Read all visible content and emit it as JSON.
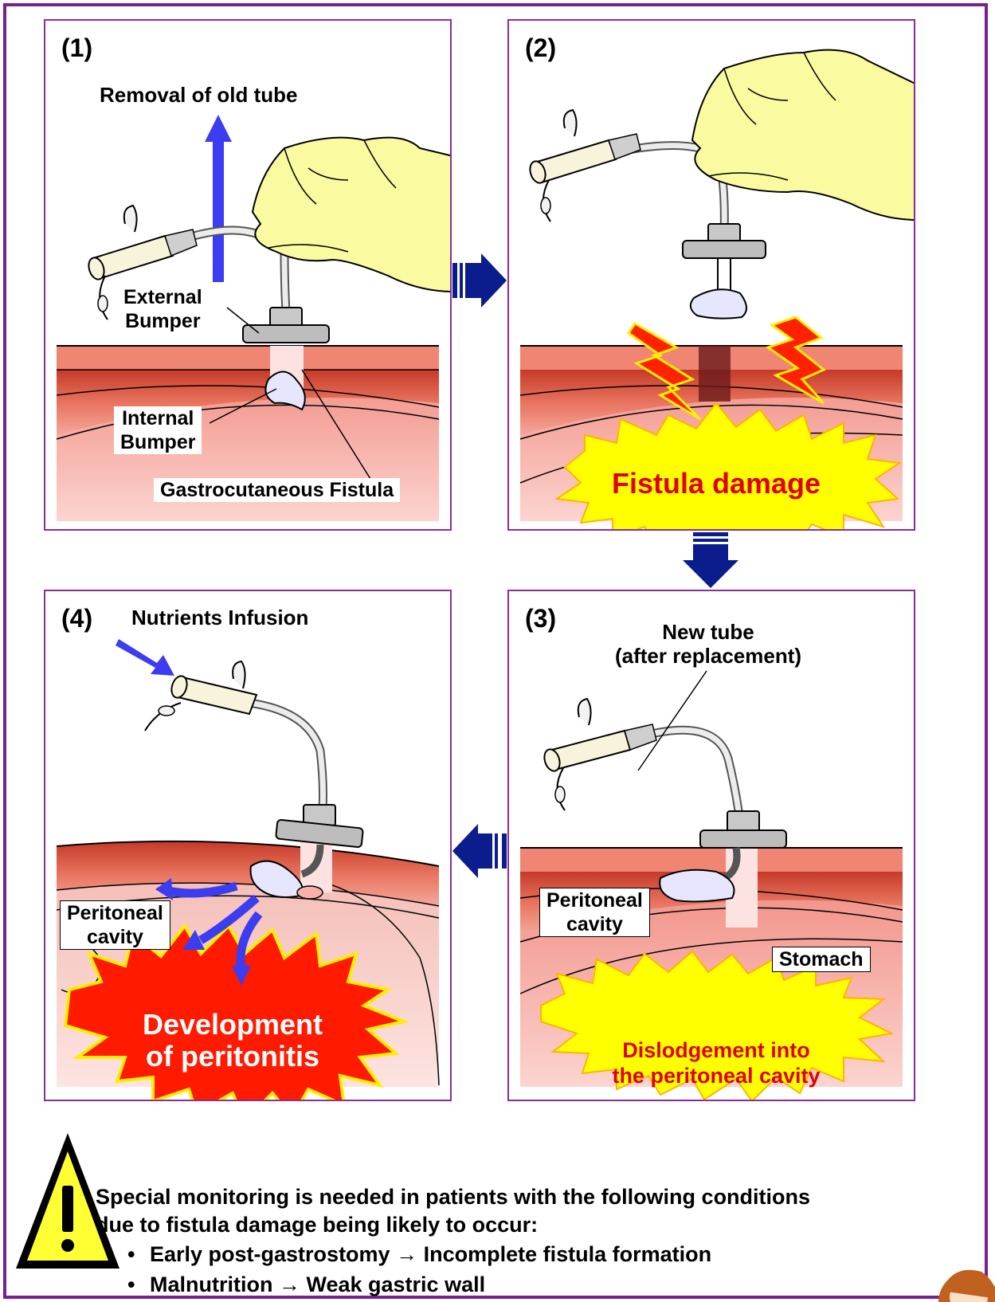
{
  "panels": {
    "p1": {
      "number": "(1)",
      "removal": "Removal of old tube",
      "external_bumper": "External\nBumper",
      "internal_bumper": "Internal\nBumper",
      "fistula": "Gastrocutaneous Fistula"
    },
    "p2": {
      "number": "(2)",
      "damage": "Fistula damage"
    },
    "p3": {
      "number": "(3)",
      "new_tube": "New tube\n(after replacement)",
      "peritoneal": "Peritoneal\ncavity",
      "stomach": "Stomach",
      "dislodgement": "Dislodgement into\nthe peritoneal cavity"
    },
    "p4": {
      "number": "(4)",
      "nutrients": "Nutrients Infusion",
      "peritoneal": "Peritoneal\ncavity",
      "development": "Development\nof peritonitis"
    }
  },
  "warning": {
    "line1": "Special monitoring is needed in patients with the following conditions",
    "line2": "due to fistula damage being likely to occur:",
    "bullets": [
      "Early post-gastrostomy → Incomplete fistula formation",
      "Malnutrition → Weak gastric wall"
    ]
  },
  "colors": {
    "frame": "#7a1f8f",
    "arrow_flow": "#0b1d8c",
    "arrow_motion": "#3c3cf0",
    "burst_fill": "#ffff00",
    "burst_text": "#e00000",
    "glove": "#fafaa0",
    "tissue": "#e86a55"
  }
}
